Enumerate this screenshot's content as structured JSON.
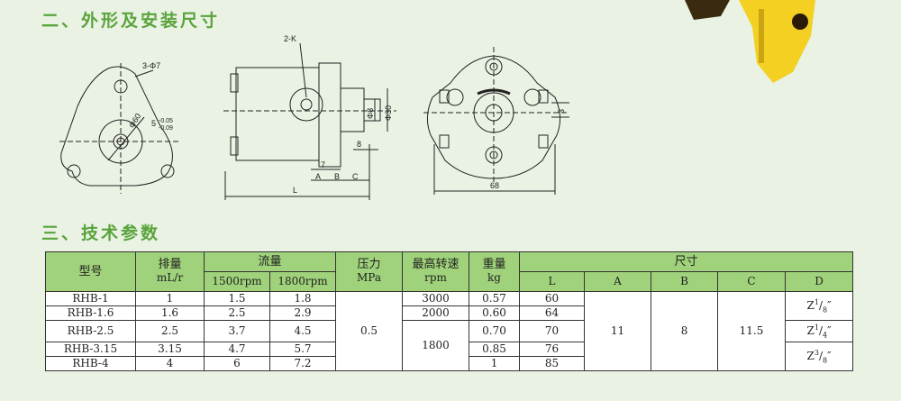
{
  "headings": {
    "section1": "二、外形及安装尺寸",
    "section2": "三、技术参数"
  },
  "drawing_labels": {
    "holes": "3-Φ7",
    "dia60": "Φ60",
    "tol": "5",
    "tol_up": "-0.05",
    "tol_dn": "-0.09",
    "port": "2-K",
    "shaft8": "Φ8",
    "pilot30": "Φ30",
    "key8": "8",
    "len7": "7",
    "dimA": "A",
    "dimB": "B",
    "dimC": "C",
    "dimL": "L",
    "width68": "68",
    "gap3": "3"
  },
  "table": {
    "headers": {
      "model": "型号",
      "disp": "排量",
      "disp_unit": "mL/r",
      "flow": "流量",
      "flow1": "1500rpm",
      "flow2": "1800rpm",
      "pressure": "压力",
      "pressure_unit": "MPa",
      "speed": "最高转速",
      "speed_unit": "rpm",
      "weight": "重量",
      "weight_unit": "kg",
      "dims": "尺寸",
      "L": "L",
      "A": "A",
      "B": "B",
      "C": "C",
      "D": "D"
    },
    "rows": [
      {
        "model": "RHB-1",
        "disp": "1",
        "f1": "1.5",
        "f2": "1.8",
        "weight": "0.57",
        "L": "60"
      },
      {
        "model": "RHB-1.6",
        "disp": "1.6",
        "f1": "2.5",
        "f2": "2.9",
        "weight": "0.60",
        "L": "64"
      },
      {
        "model": "RHB-2.5",
        "disp": "2.5",
        "f1": "3.7",
        "f2": "4.5",
        "weight": "0.70",
        "L": "70"
      },
      {
        "model": "RHB-3.15",
        "disp": "3.15",
        "f1": "4.7",
        "f2": "5.7",
        "weight": "0.85",
        "L": "76"
      },
      {
        "model": "RHB-4",
        "disp": "4",
        "f1": "6",
        "f2": "7.2",
        "weight": "1",
        "L": "85"
      }
    ],
    "merged": {
      "pressure": "0.5",
      "speed_a": "3000",
      "speed_b": "2000",
      "speed_c": "1800",
      "A": "11",
      "B": "8",
      "C": "11.5"
    },
    "D_values": [
      {
        "z": "Z",
        "num": "1",
        "den": "8",
        "q": "″"
      },
      {
        "z": "Z",
        "num": "1",
        "den": "4",
        "q": "″"
      },
      {
        "z": "Z",
        "num": "3",
        "den": "8",
        "q": "″"
      }
    ]
  },
  "colors": {
    "heading": "#5aa43c",
    "header_bg": "#9fd27a",
    "page_bg": "#e9f2e3"
  }
}
